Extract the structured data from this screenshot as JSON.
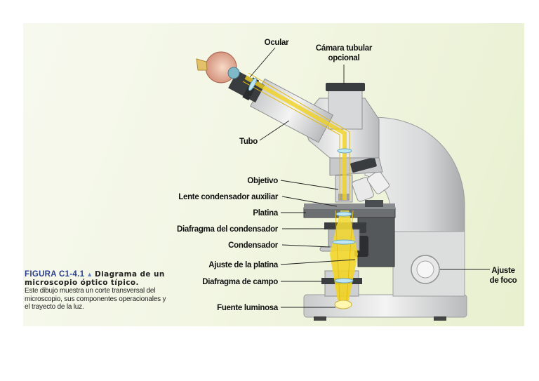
{
  "labels": {
    "ocular": "Ocular",
    "camara_line1": "Cámara tubular",
    "camara_line2": "opcional",
    "tubo": "Tubo",
    "objetivo": "Objetivo",
    "lente_condensador_auxiliar": "Lente condensador auxiliar",
    "platina": "Platina",
    "diafragma_condensador": "Diafragma del condensador",
    "condensador": "Condensador",
    "ajuste_platina": "Ajuste de la platina",
    "diafragma_campo": "Diafragma de campo",
    "fuente_luminosa": "Fuente luminosa",
    "ajuste_foco_line1": "Ajuste",
    "ajuste_foco_line2": "de foco"
  },
  "caption": {
    "figure_number": "FIGURA C1-4.1",
    "marker": "▲",
    "title": "Diagrama de un microscopio óptico típico.",
    "body": "Este dibujo muestra un corte transversal del microscopio, sus componentes operacionales y el trayecto de la luz."
  },
  "colors": {
    "background": "#f2f6e3",
    "light_path": "#f1d21f",
    "body_gray": "#d9dadb",
    "dark_part": "#3a3d40",
    "caption_accent": "#2a3f8f"
  }
}
